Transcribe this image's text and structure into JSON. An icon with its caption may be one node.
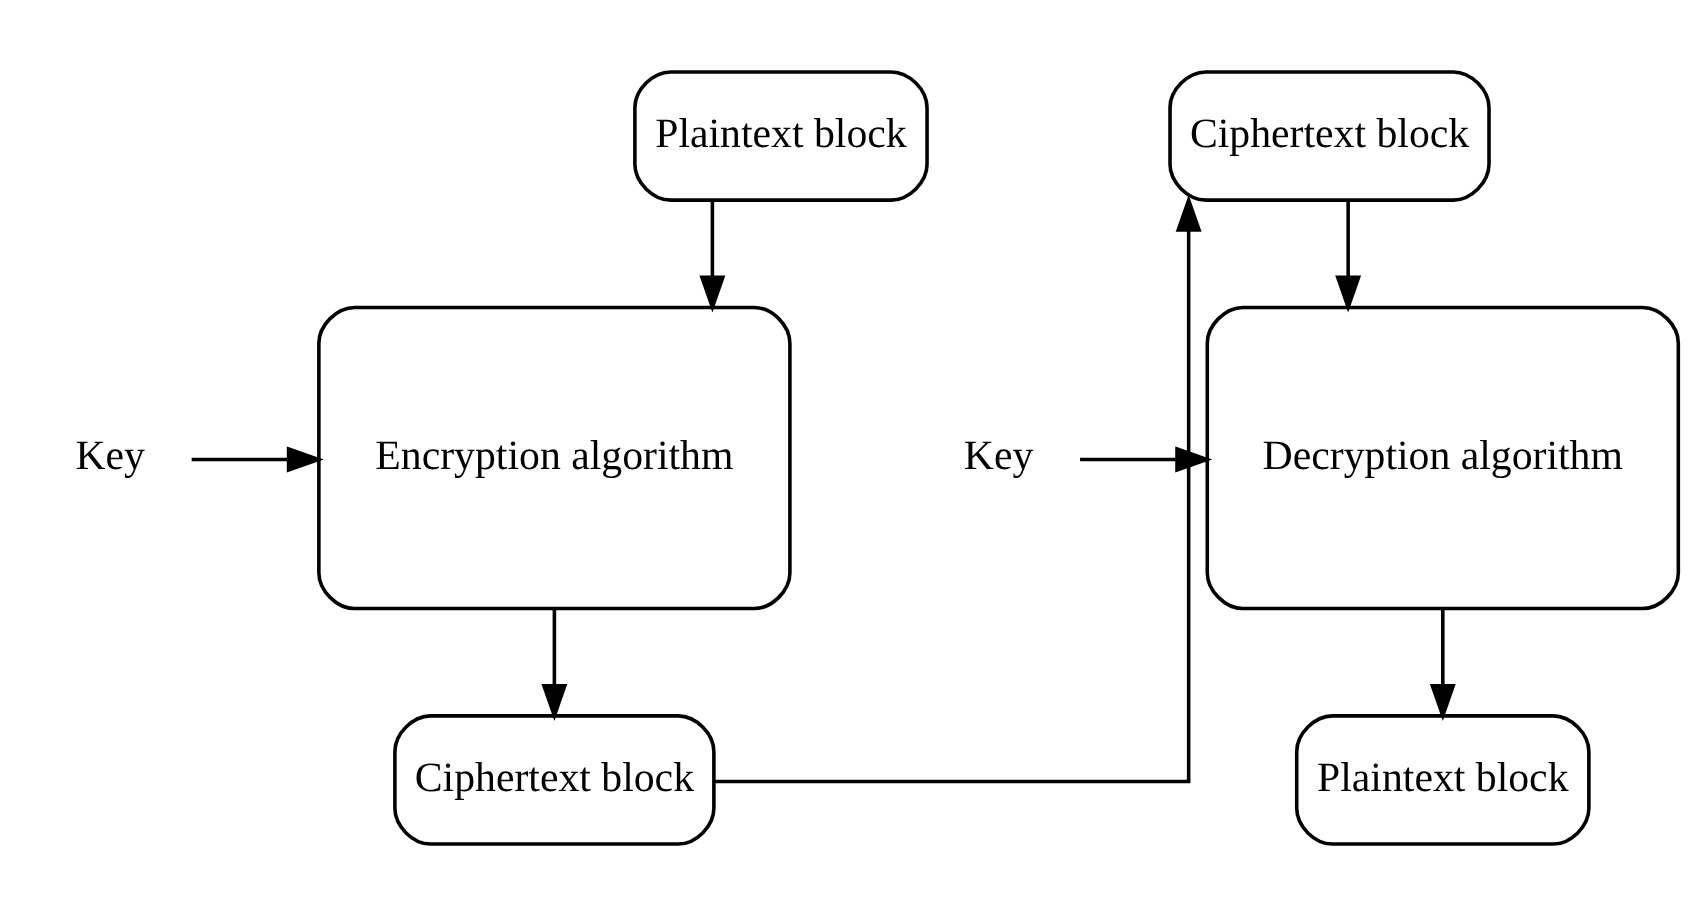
{
  "diagram": {
    "nodes": [
      {
        "text": [
          "Plaintext block"
        ]
      },
      {
        "text": [
          "Encryption algorithm"
        ]
      },
      {
        "text": [
          "Ciphertext block"
        ]
      },
      {
        "text": [
          "Key"
        ]
      },
      {
        "text": [
          "Ciphertext block"
        ]
      },
      {
        "text": [
          "Decryption algorithm"
        ]
      },
      {
        "text": [
          "Plaintext block"
        ]
      },
      {
        "text": [
          "Key"
        ]
      }
    ],
    "edges": [
      {
        "from": 0,
        "to": 1,
        "arrow": "to"
      },
      {
        "from": 3,
        "to": 1,
        "arrow": "to"
      },
      {
        "from": 1,
        "to": 2,
        "arrow": "to"
      },
      {
        "from": 2,
        "to": 4,
        "arrow": "to"
      },
      {
        "from": 4,
        "to": 5,
        "arrow": "to"
      },
      {
        "from": 7,
        "to": 5,
        "arrow": "to"
      },
      {
        "from": 5,
        "to": 6,
        "arrow": "to"
      }
    ]
  }
}
